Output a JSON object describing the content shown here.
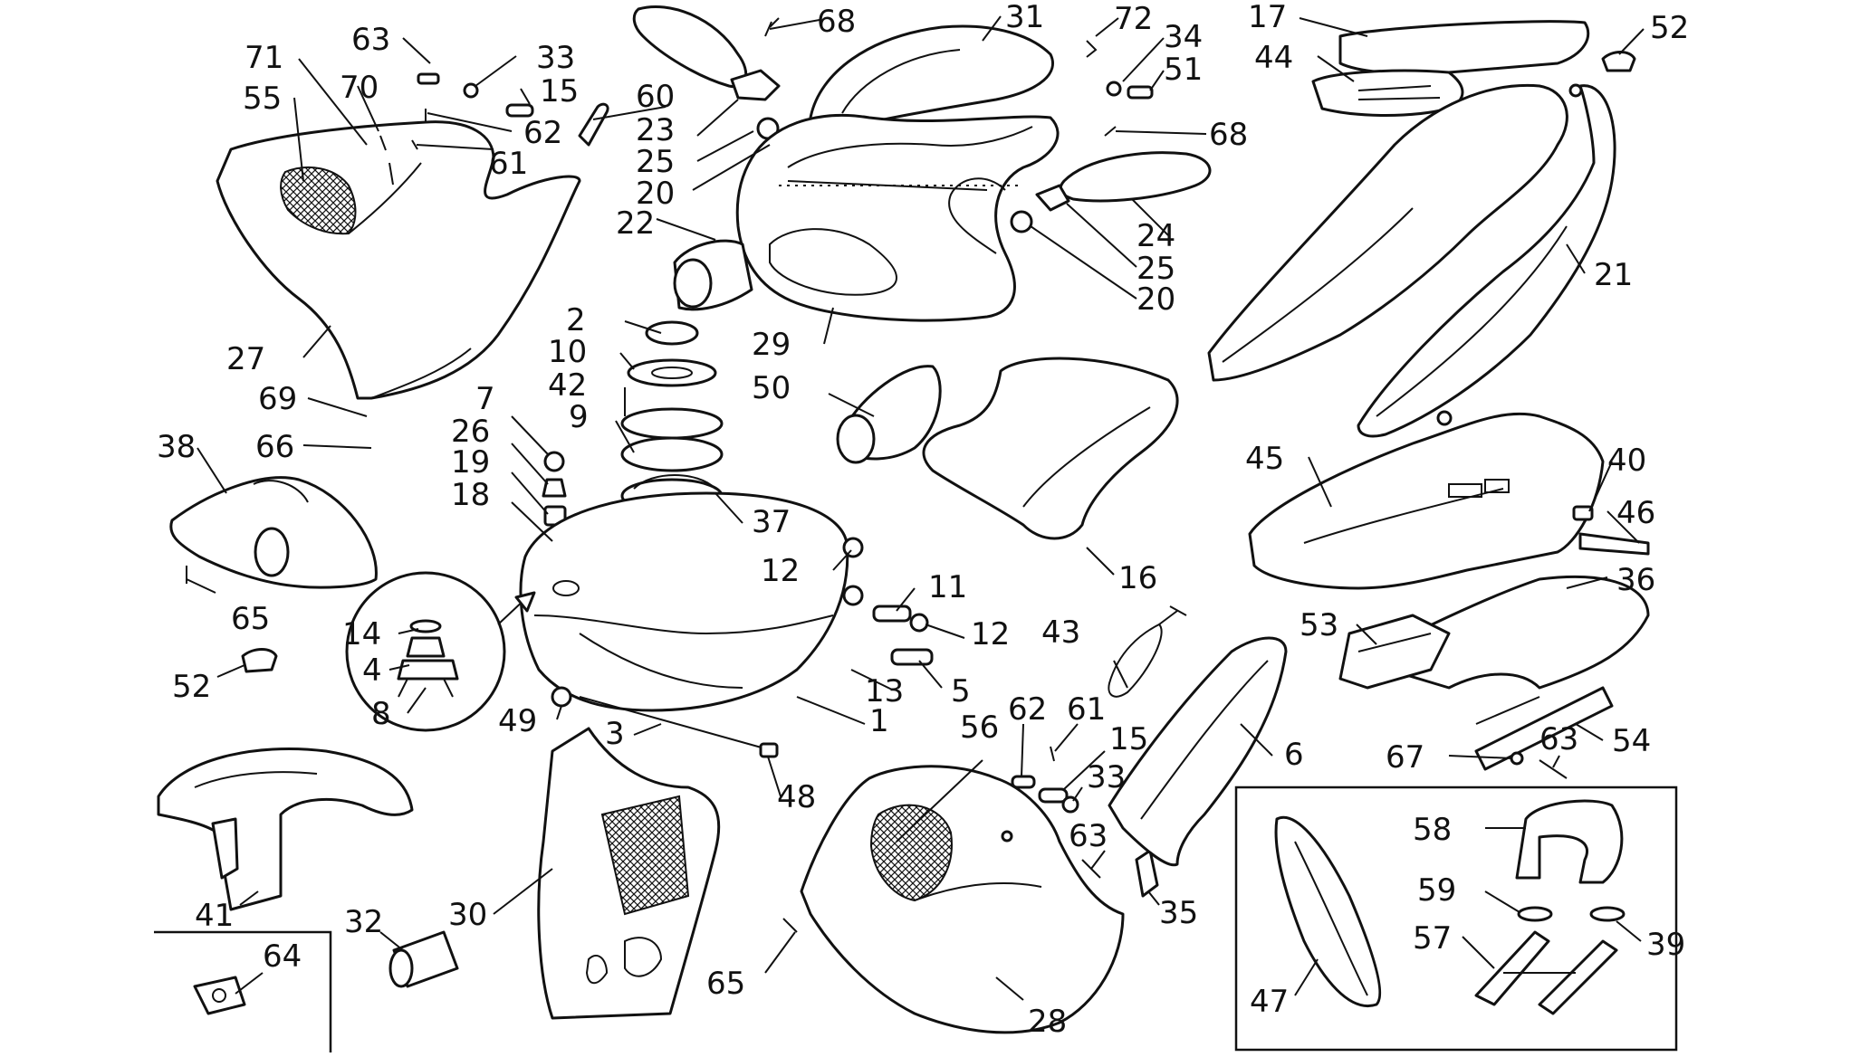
{
  "diagram": {
    "callouts": [
      {
        "id": "c1",
        "label": "1"
      },
      {
        "id": "c2",
        "label": "2"
      },
      {
        "id": "c3",
        "label": "3"
      },
      {
        "id": "c4",
        "label": "4"
      },
      {
        "id": "c5",
        "label": "5"
      },
      {
        "id": "c6",
        "label": "6"
      },
      {
        "id": "c7",
        "label": "7"
      },
      {
        "id": "c8",
        "label": "8"
      },
      {
        "id": "c9",
        "label": "9"
      },
      {
        "id": "c10",
        "label": "10"
      },
      {
        "id": "c11",
        "label": "11"
      },
      {
        "id": "c12a",
        "label": "12"
      },
      {
        "id": "c12b",
        "label": "12"
      },
      {
        "id": "c13",
        "label": "13"
      },
      {
        "id": "c14",
        "label": "14"
      },
      {
        "id": "c15a",
        "label": "15"
      },
      {
        "id": "c15b",
        "label": "15"
      },
      {
        "id": "c16",
        "label": "16"
      },
      {
        "id": "c17",
        "label": "17"
      },
      {
        "id": "c18",
        "label": "18"
      },
      {
        "id": "c19",
        "label": "19"
      },
      {
        "id": "c20a",
        "label": "20"
      },
      {
        "id": "c20b",
        "label": "20"
      },
      {
        "id": "c21",
        "label": "21"
      },
      {
        "id": "c22",
        "label": "22"
      },
      {
        "id": "c23",
        "label": "23"
      },
      {
        "id": "c24",
        "label": "24"
      },
      {
        "id": "c25a",
        "label": "25"
      },
      {
        "id": "c25b",
        "label": "25"
      },
      {
        "id": "c26",
        "label": "26"
      },
      {
        "id": "c27",
        "label": "27"
      },
      {
        "id": "c28",
        "label": "28"
      },
      {
        "id": "c29",
        "label": "29"
      },
      {
        "id": "c30",
        "label": "30"
      },
      {
        "id": "c31",
        "label": "31"
      },
      {
        "id": "c32",
        "label": "32"
      },
      {
        "id": "c33a",
        "label": "33"
      },
      {
        "id": "c33b",
        "label": "33"
      },
      {
        "id": "c34",
        "label": "34"
      },
      {
        "id": "c35",
        "label": "35"
      },
      {
        "id": "c36",
        "label": "36"
      },
      {
        "id": "c37",
        "label": "37"
      },
      {
        "id": "c38",
        "label": "38"
      },
      {
        "id": "c39",
        "label": "39"
      },
      {
        "id": "c40",
        "label": "40"
      },
      {
        "id": "c41",
        "label": "41"
      },
      {
        "id": "c42",
        "label": "42"
      },
      {
        "id": "c43",
        "label": "43"
      },
      {
        "id": "c44",
        "label": "44"
      },
      {
        "id": "c45",
        "label": "45"
      },
      {
        "id": "c46",
        "label": "46"
      },
      {
        "id": "c47",
        "label": "47"
      },
      {
        "id": "c48",
        "label": "48"
      },
      {
        "id": "c49",
        "label": "49"
      },
      {
        "id": "c50",
        "label": "50"
      },
      {
        "id": "c51",
        "label": "51"
      },
      {
        "id": "c52a",
        "label": "52"
      },
      {
        "id": "c52b",
        "label": "52"
      },
      {
        "id": "c53",
        "label": "53"
      },
      {
        "id": "c54",
        "label": "54"
      },
      {
        "id": "c55",
        "label": "55"
      },
      {
        "id": "c56",
        "label": "56"
      },
      {
        "id": "c57",
        "label": "57"
      },
      {
        "id": "c58",
        "label": "58"
      },
      {
        "id": "c59",
        "label": "59"
      },
      {
        "id": "c60",
        "label": "60"
      },
      {
        "id": "c61a",
        "label": "61"
      },
      {
        "id": "c61b",
        "label": "61"
      },
      {
        "id": "c62a",
        "label": "62"
      },
      {
        "id": "c62b",
        "label": "62"
      },
      {
        "id": "c63a",
        "label": "63"
      },
      {
        "id": "c63b",
        "label": "63"
      },
      {
        "id": "c63c",
        "label": "63"
      },
      {
        "id": "c64",
        "label": "64"
      },
      {
        "id": "c65a",
        "label": "65"
      },
      {
        "id": "c65b",
        "label": "65"
      },
      {
        "id": "c66",
        "label": "66"
      },
      {
        "id": "c67",
        "label": "67"
      },
      {
        "id": "c68a",
        "label": "68"
      },
      {
        "id": "c68b",
        "label": "68"
      },
      {
        "id": "c69",
        "label": "69"
      },
      {
        "id": "c70",
        "label": "70"
      },
      {
        "id": "c71",
        "label": "71"
      },
      {
        "id": "c72",
        "label": "72"
      }
    ]
  }
}
